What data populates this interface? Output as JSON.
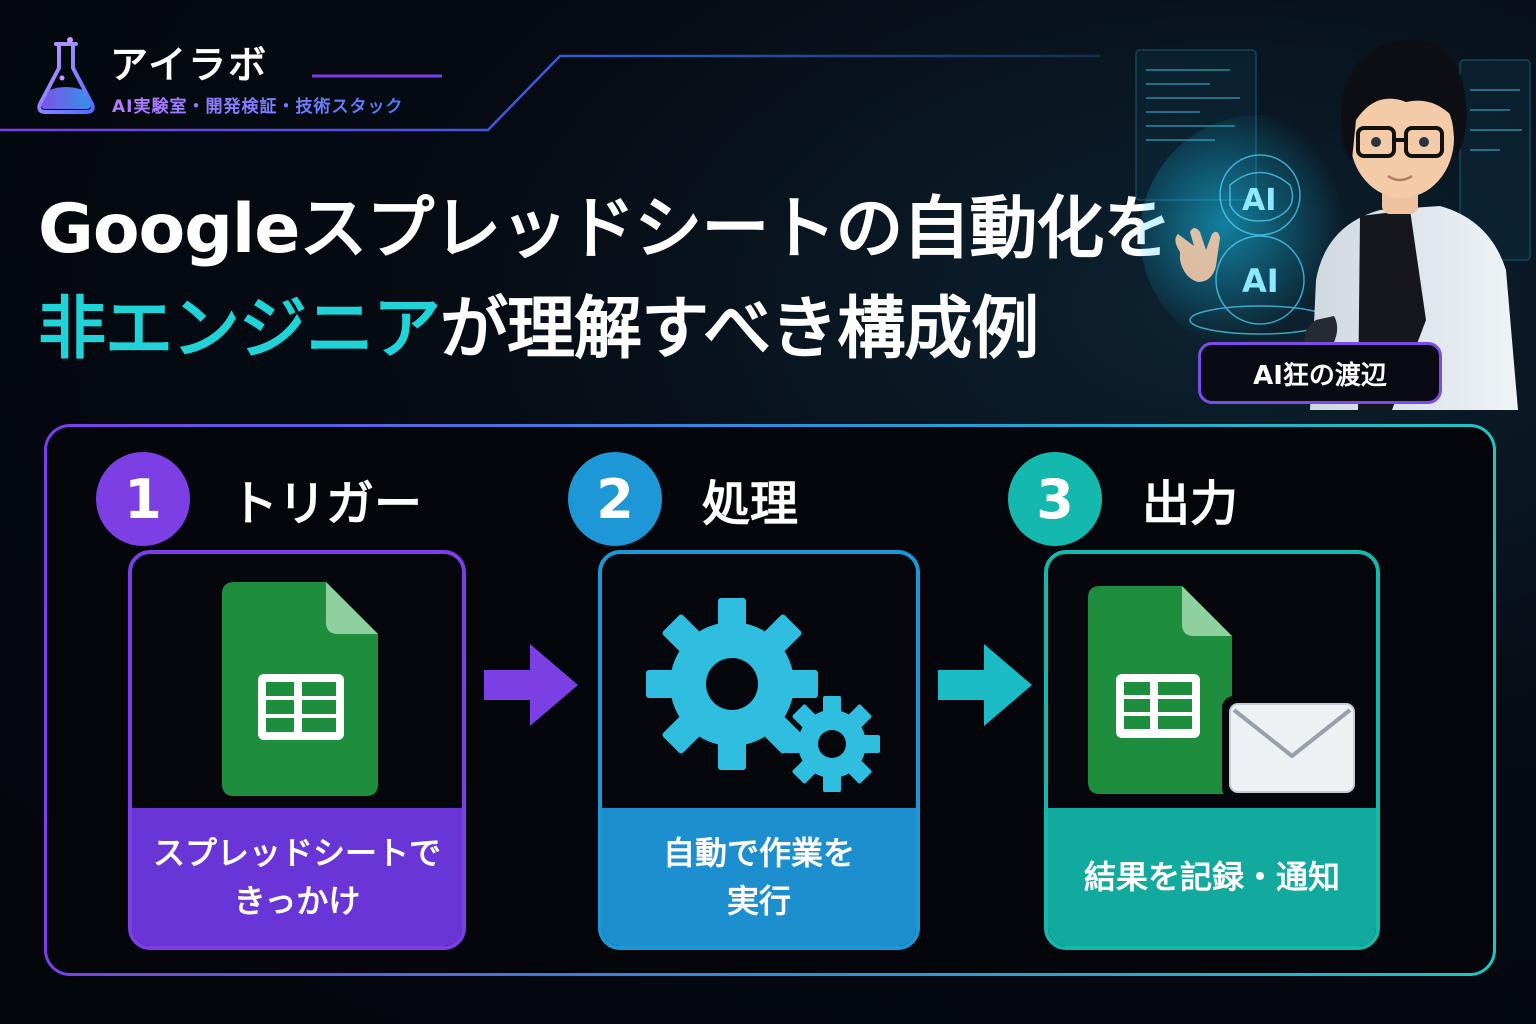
{
  "brand": {
    "name": "アイラボ",
    "tagline": "AI実験室・開発検証・技術スタック"
  },
  "title": {
    "line1": "Googleスプレッドシートの自動化を",
    "line2_accent": "非エンジニア",
    "line2_rest": "が理解すべき構成例"
  },
  "author": "AI狂の渡辺",
  "hero": {
    "hologram_text_1": "AI",
    "hologram_text_2": "AI"
  },
  "steps": [
    {
      "number": "1",
      "label": "トリガー",
      "caption_lines": [
        "スプレッドシートで",
        "きっかけ"
      ],
      "color": "#7b3fe4",
      "icon": "spreadsheet-icon"
    },
    {
      "number": "2",
      "label": "処理",
      "caption_lines": [
        "自動で作業を",
        "実行"
      ],
      "color": "#1e97d6",
      "icon": "gears-icon"
    },
    {
      "number": "3",
      "label": "出力",
      "caption_lines": [
        "結果を記録・通知"
      ],
      "color": "#14b8ad",
      "icon": "spreadsheet-mail-icon"
    }
  ],
  "colors": {
    "accent_cyan": "#1fd3d6",
    "purple": "#7b3fe4",
    "blue": "#1e97d6",
    "teal": "#14b8ad",
    "sheets_green": "#1e8e3e"
  }
}
